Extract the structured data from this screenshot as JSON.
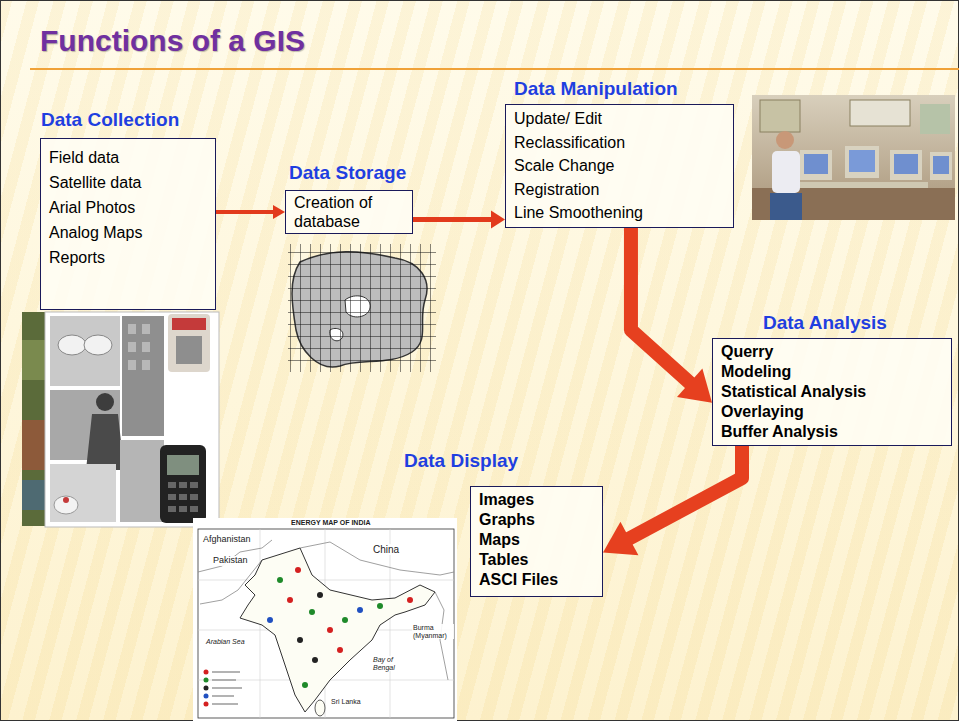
{
  "diagram": {
    "title": "Functions of a GIS",
    "nodes": [
      {
        "text": [
          "Data Collection",
          "Field data",
          "Satellite data",
          "Arial Photos",
          "Analog Maps",
          "Reports"
        ]
      },
      {
        "text": [
          "Data Storage",
          "Creation of database"
        ]
      },
      {
        "text": [
          "Data Manipulation",
          "Update/ Edit",
          "Reclassification",
          "Scale Change",
          "Registration",
          "Line Smoothening"
        ]
      },
      {
        "text": [
          "Data Analysis",
          "Querry",
          "Modeling",
          "Statistical Analysis",
          "Overlaying",
          "Buffer Analysis"
        ]
      },
      {
        "text": [
          "Data Display",
          "Images",
          "Graphs",
          "Maps",
          "Tables",
          "ASCI Files"
        ]
      }
    ],
    "edges": [
      {
        "from": 0,
        "to": 1,
        "arrow": "to"
      },
      {
        "from": 1,
        "to": 2,
        "arrow": "to"
      },
      {
        "from": 2,
        "to": 3,
        "arrow": "to"
      },
      {
        "from": 3,
        "to": 4,
        "arrow": "to"
      }
    ],
    "labels": [
      "ENERGY MAP OF INDIA",
      "Afghanistan",
      "Pakistan",
      "China",
      "Arabian Sea",
      "Burma (Myanmar)",
      "Bay of Bengal",
      "Sri Lanka"
    ]
  }
}
